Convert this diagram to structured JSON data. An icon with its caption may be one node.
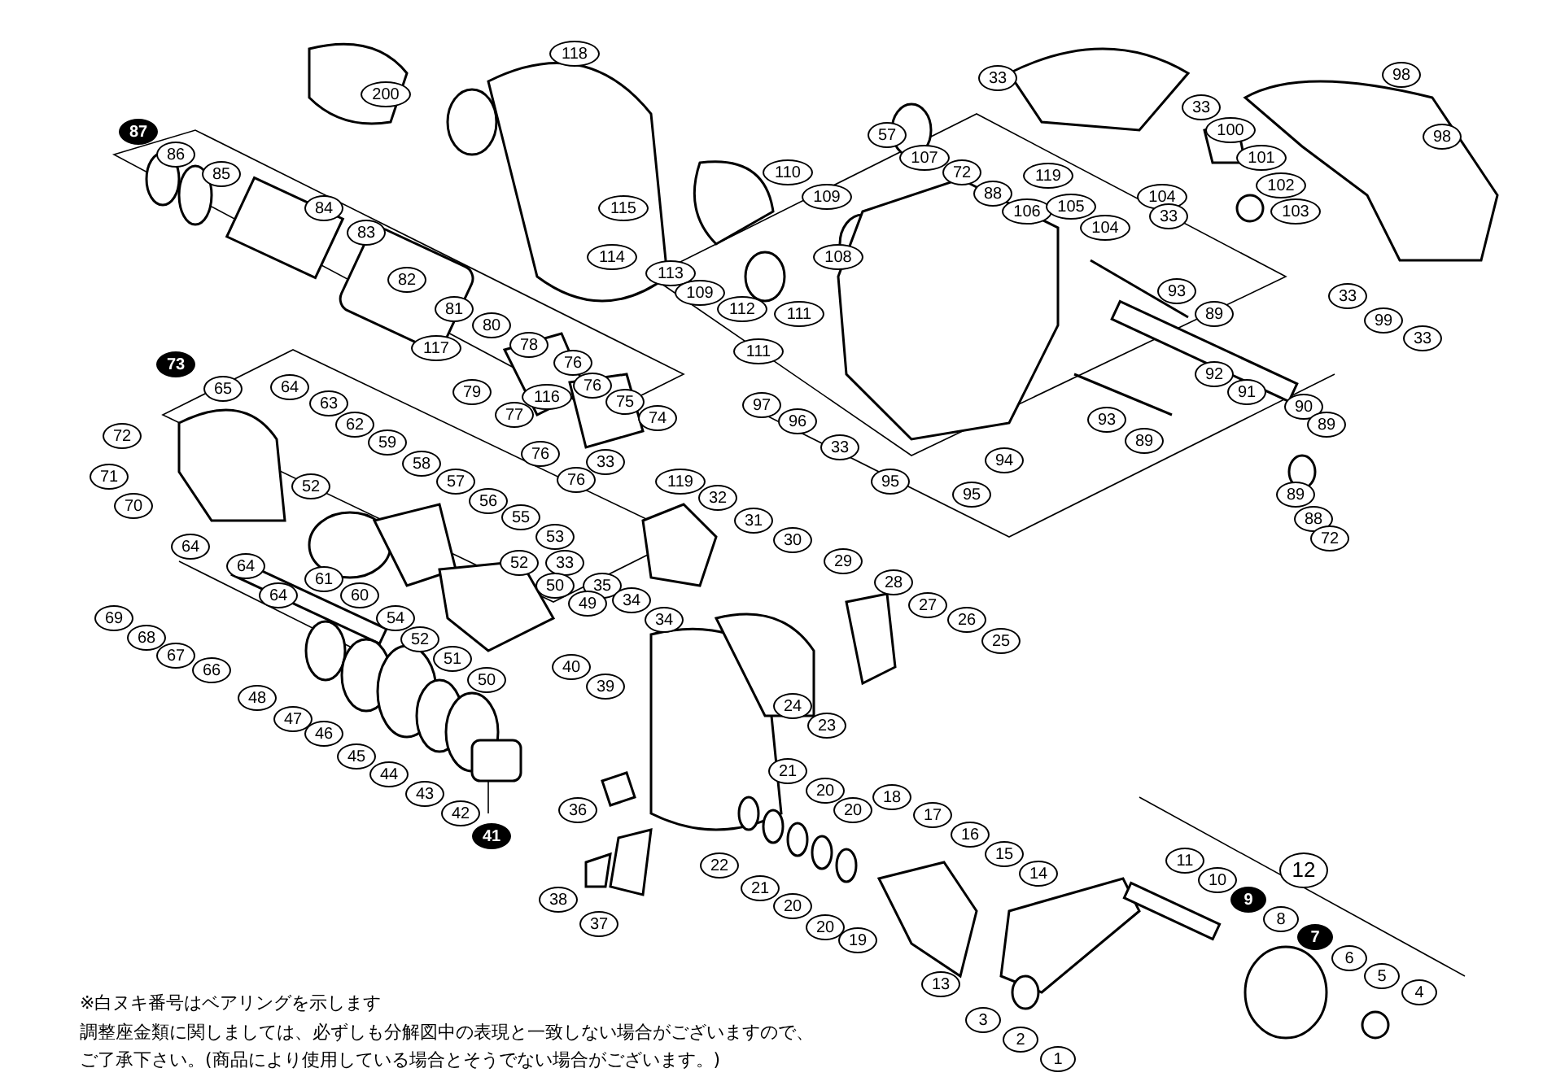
{
  "diagram": {
    "labels": [
      "200",
      "118",
      "87",
      "86",
      "85",
      "84",
      "83",
      "82",
      "117",
      "116",
      "115",
      "114",
      "113",
      "110",
      "109",
      "108",
      "109",
      "112",
      "111",
      "111",
      "97",
      "96",
      "33",
      "57",
      "107",
      "72",
      "88",
      "106",
      "105",
      "104",
      "104",
      "33",
      "119",
      "33",
      "33",
      "100",
      "101",
      "102",
      "103",
      "98",
      "98",
      "33",
      "99",
      "33",
      "93",
      "89",
      "92",
      "91",
      "90",
      "89",
      "89",
      "88",
      "72",
      "93",
      "89",
      "94",
      "95",
      "95",
      "81",
      "80",
      "78",
      "79",
      "77",
      "76",
      "76",
      "75",
      "74",
      "76",
      "76",
      "73",
      "65",
      "64",
      "63",
      "62",
      "72",
      "71",
      "70",
      "59",
      "58",
      "57",
      "56",
      "55",
      "53",
      "52",
      "64",
      "64",
      "64",
      "61",
      "60",
      "54",
      "69",
      "68",
      "67",
      "66",
      "33",
      "119",
      "32",
      "31",
      "30",
      "33",
      "35",
      "34",
      "34",
      "52",
      "50",
      "49",
      "52",
      "51",
      "50",
      "40",
      "39",
      "48",
      "47",
      "46",
      "45",
      "44",
      "43",
      "42",
      "41",
      "29",
      "28",
      "27",
      "26",
      "25",
      "24",
      "23",
      "36",
      "22",
      "21",
      "21",
      "20",
      "20",
      "20",
      "20",
      "19",
      "18",
      "17",
      "16",
      "15",
      "14",
      "13",
      "38",
      "37",
      "11",
      "10",
      "9",
      "8",
      "7",
      "12",
      "6",
      "5",
      "4",
      "3",
      "2",
      "1",
      "※白ヌキ番号はベアリングを示します",
      "調整座金類に関しましては、必ずしも分解図中の表現と一致しない場合がございますので、",
      "ご了承下さい。(商品により使用している場合とそうでない場合がございます。)"
    ]
  }
}
